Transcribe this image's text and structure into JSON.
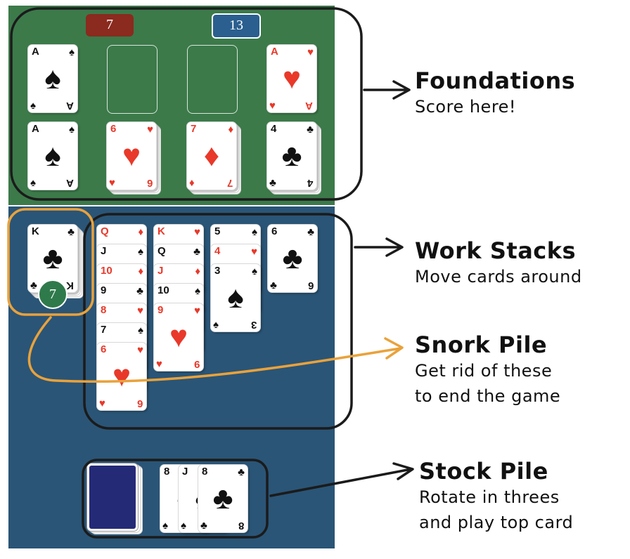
{
  "colors": {
    "felt_green": "#3c7a4a",
    "felt_blue": "#2a5577",
    "red": "#e8392a",
    "accent_orange": "#e9a23b",
    "card_back": "#252a77"
  },
  "scores": {
    "left": "7",
    "right": "13"
  },
  "snork_count": "7",
  "foundations": {
    "row1": [
      {
        "rank": "A",
        "suit": "♠",
        "color": "blk"
      },
      {
        "empty": true
      },
      {
        "empty": true
      },
      {
        "rank": "A",
        "suit": "♥",
        "color": "red"
      }
    ],
    "row2": [
      {
        "rank": "A",
        "suit": "♠",
        "color": "blk"
      },
      {
        "rank": "6",
        "suit": "♥",
        "color": "red"
      },
      {
        "rank": "7",
        "suit": "♦",
        "color": "red"
      },
      {
        "rank": "4",
        "suit": "♣",
        "color": "blk"
      }
    ]
  },
  "snork_top": {
    "rank": "K",
    "suit": "♣",
    "color": "blk"
  },
  "work_stacks": [
    [
      {
        "rank": "Q",
        "suit": "♦",
        "color": "red"
      },
      {
        "rank": "J",
        "suit": "♠",
        "color": "blk"
      },
      {
        "rank": "10",
        "suit": "♦",
        "color": "red"
      },
      {
        "rank": "9",
        "suit": "♣",
        "color": "blk"
      },
      {
        "rank": "8",
        "suit": "♥",
        "color": "red"
      },
      {
        "rank": "7",
        "suit": "♠",
        "color": "blk"
      },
      {
        "rank": "6",
        "suit": "♥",
        "color": "red"
      }
    ],
    [
      {
        "rank": "K",
        "suit": "♥",
        "color": "red"
      },
      {
        "rank": "Q",
        "suit": "♣",
        "color": "blk"
      },
      {
        "rank": "J",
        "suit": "♦",
        "color": "red"
      },
      {
        "rank": "10",
        "suit": "♠",
        "color": "blk"
      },
      {
        "rank": "9",
        "suit": "♥",
        "color": "red"
      }
    ],
    [
      {
        "rank": "5",
        "suit": "♠",
        "color": "blk"
      },
      {
        "rank": "4",
        "suit": "♥",
        "color": "red"
      },
      {
        "rank": "3",
        "suit": "♠",
        "color": "blk"
      }
    ],
    [
      {
        "rank": "6",
        "suit": "♣",
        "color": "blk"
      }
    ]
  ],
  "stock_waste": [
    {
      "rank": "8",
      "suit": "♠",
      "color": "blk"
    },
    {
      "rank": "J",
      "suit": "♠",
      "color": "blk"
    },
    {
      "rank": "8",
      "suit": "♣",
      "color": "blk"
    }
  ],
  "labels": {
    "foundations": {
      "title": "Foundations",
      "sub": "Score here!"
    },
    "work": {
      "title": "Work Stacks",
      "sub": "Move cards around"
    },
    "snork": {
      "title": "Snork Pile",
      "sub1": "Get rid of these",
      "sub2": "to end the game"
    },
    "stock": {
      "title": "Stock Pile",
      "sub1": "Rotate in threes",
      "sub2": "and play top card"
    }
  }
}
